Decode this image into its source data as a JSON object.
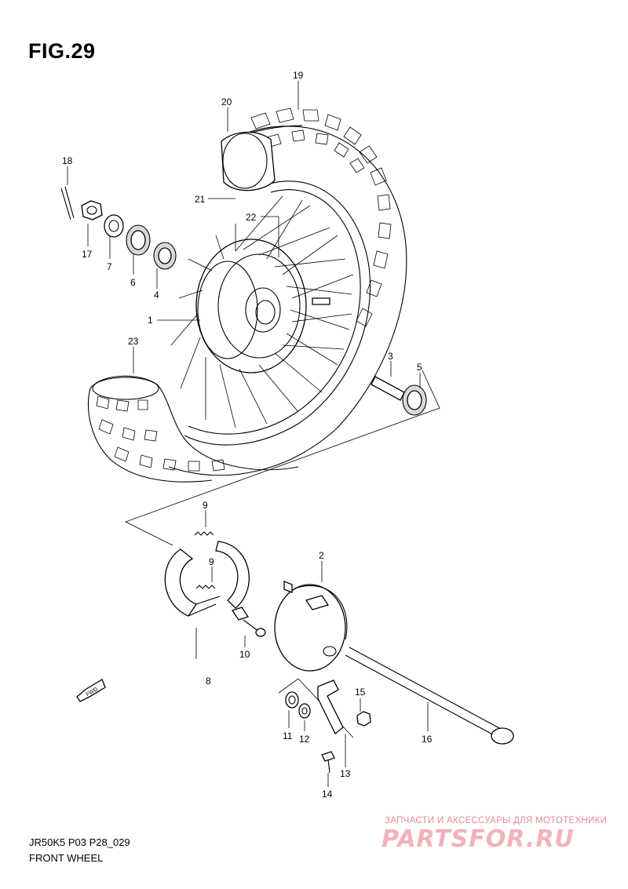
{
  "header": {
    "figure_title": "FIG.29"
  },
  "footer": {
    "model_code": "JR50K5 P03 P28_029",
    "diagram_name": "FRONT WHEEL"
  },
  "watermark": {
    "tagline": "ЗАПЧАСТИ И АКСЕССУАРЫ ДЛЯ МОТОТЕХНИКИ",
    "logo_text": "PARTSFOR.RU"
  },
  "fwd_label": "FWD",
  "callouts": {
    "c1": "1",
    "c2": "2",
    "c3": "3",
    "c4": "4",
    "c5": "5",
    "c6": "6",
    "c7": "7",
    "c8": "8",
    "c9a": "9",
    "c9b": "9",
    "c10": "10",
    "c11": "11",
    "c12": "12",
    "c13": "13",
    "c14": "14",
    "c15": "15",
    "c16": "16",
    "c17": "17",
    "c18": "18",
    "c19": "19",
    "c20": "20",
    "c21": "21",
    "c22": "22",
    "c23": "23"
  }
}
